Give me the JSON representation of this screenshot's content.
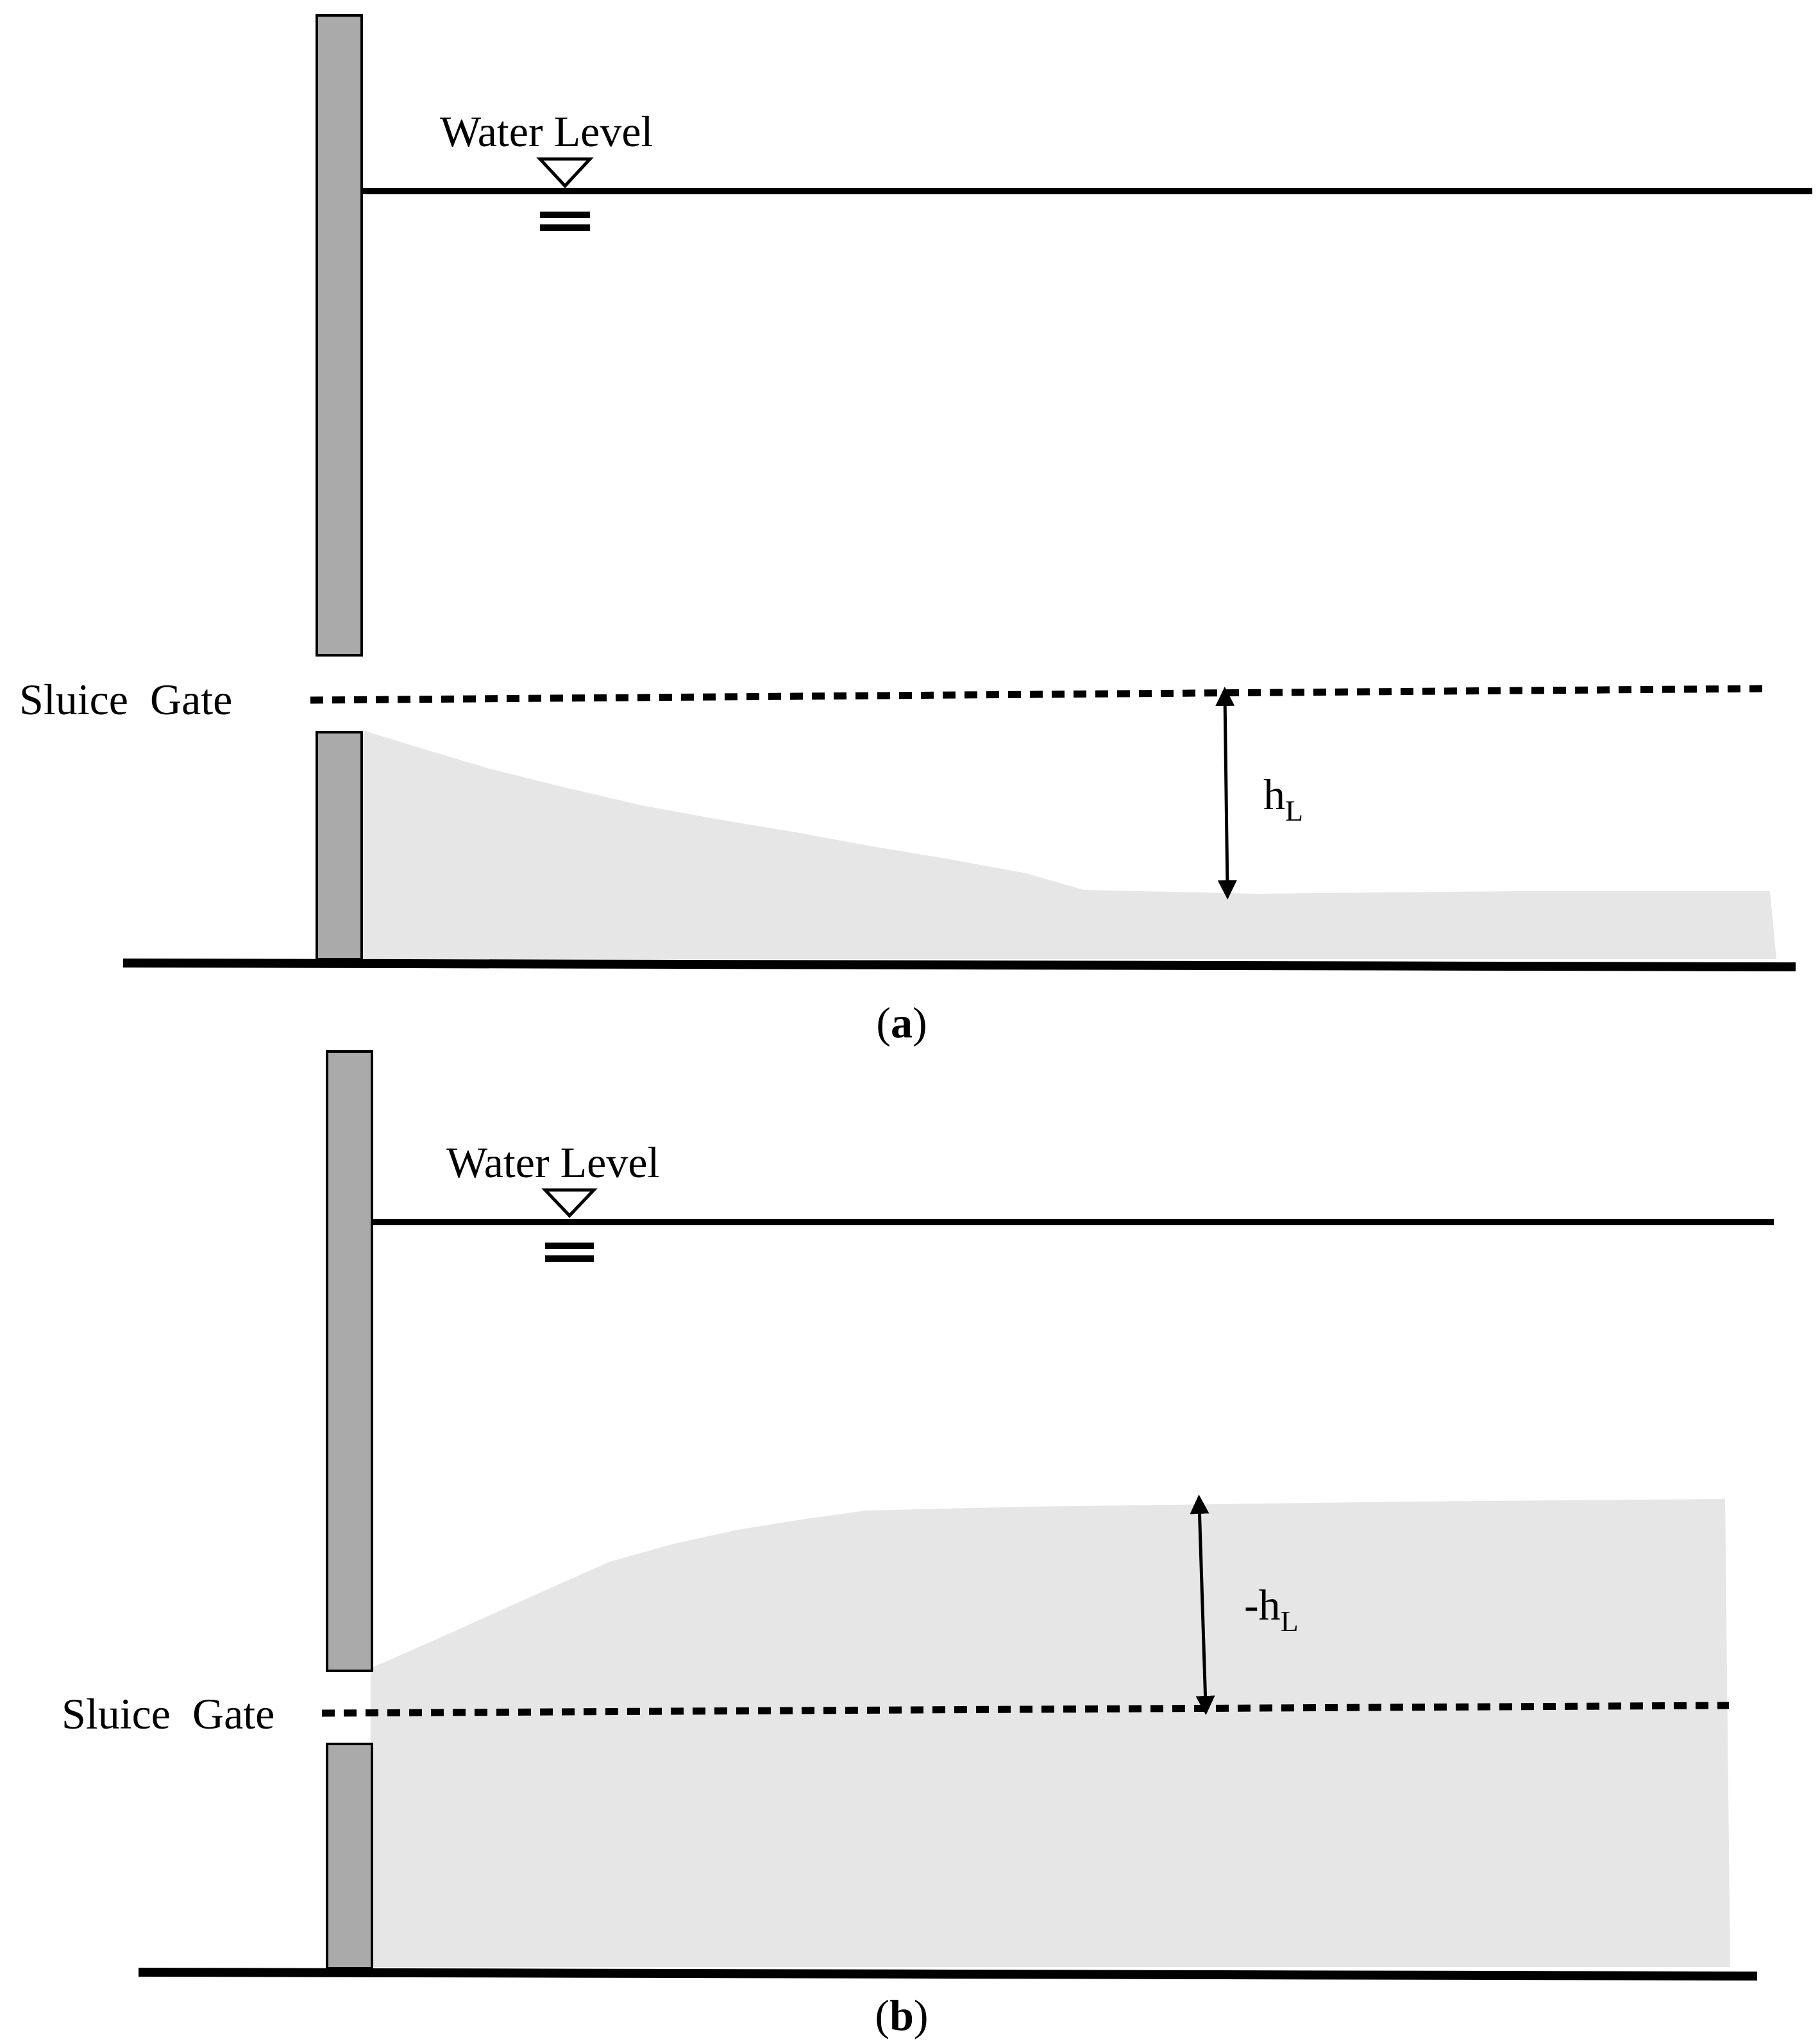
{
  "panel_a": {
    "water_level_label": "Water Level",
    "sluice_gate_label": "Sluice  Gate",
    "head_symbol": "h",
    "head_subscript": "L",
    "caption_open": "(",
    "caption_letter": "a",
    "caption_close": ")"
  },
  "panel_b": {
    "water_level_label": "Water Level",
    "sluice_gate_label": "Sluice  Gate",
    "head_symbol": "-h",
    "head_subscript": "L",
    "caption_open": "(",
    "caption_letter": "b",
    "caption_close": ")"
  },
  "colors": {
    "gate": "#aaaaaa",
    "water_fill": "#e6e6e6",
    "line": "#000000"
  }
}
